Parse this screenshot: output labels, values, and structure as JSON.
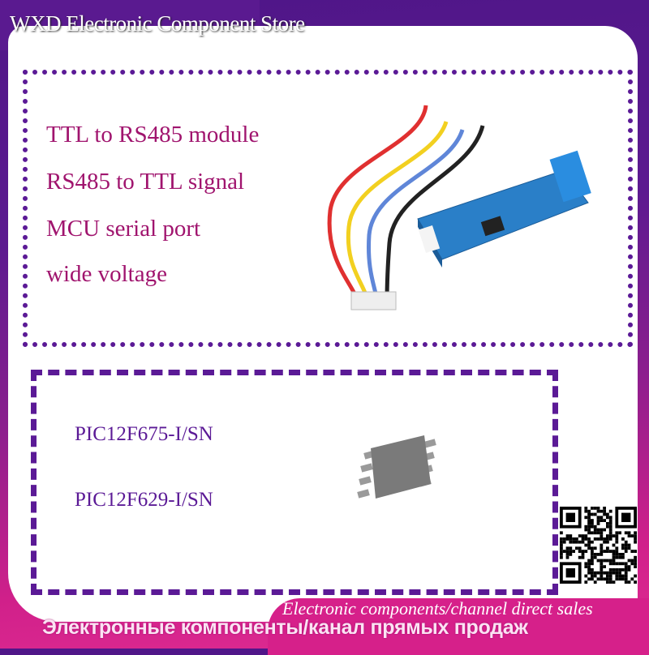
{
  "header": {
    "store_name": "WXD Electronic Component Store"
  },
  "features": [
    "TTL to RS485 module",
    "RS485 to TTL signal",
    "MCU serial port",
    "wide voltage"
  ],
  "part_numbers": [
    "PIC12F675-I/SN",
    "PIC12F629-I/SN"
  ],
  "footer": {
    "slogan_en": "Electronic components/channel direct sales",
    "slogan_ru": "Электронные компоненты/канал прямых продаж"
  },
  "colors": {
    "purple": "#5b1a96",
    "magenta_text": "#a0146e",
    "pink": "#d6208a"
  },
  "icons": [
    "qr-code",
    "rs485-module-photo",
    "soic8-chip-photo"
  ]
}
